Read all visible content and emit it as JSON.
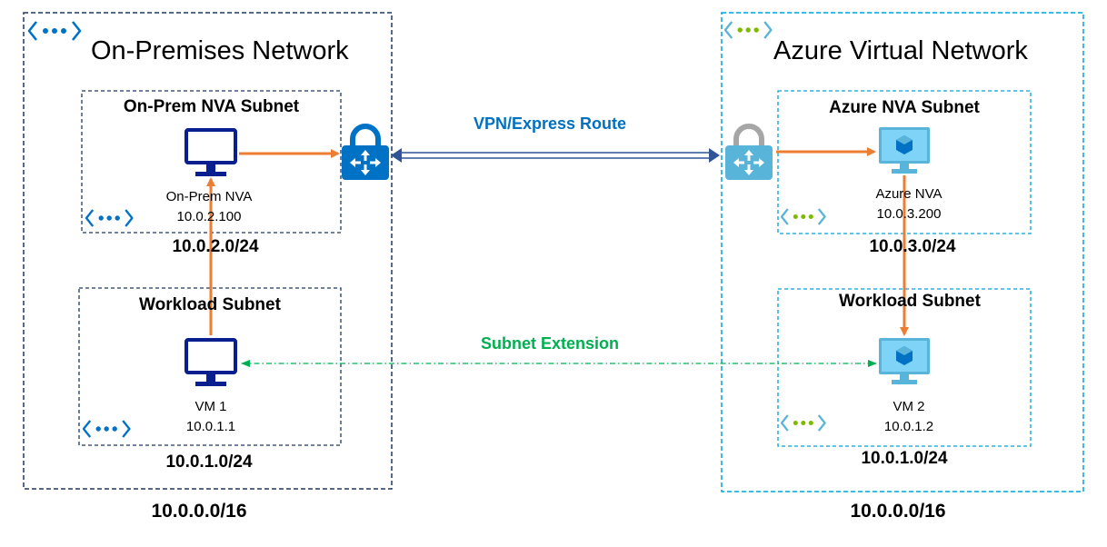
{
  "onprem": {
    "title": "On-Premises Network",
    "address_space": "10.0.0.0/16",
    "nva_subnet": {
      "title": "On-Prem NVA Subnet",
      "cidr": "10.0.2.0/24",
      "device": {
        "name": "On-Prem NVA",
        "ip": "10.0.2.100",
        "icon": "monitor-icon"
      }
    },
    "workload_subnet": {
      "title": "Workload Subnet",
      "cidr": "10.0.1.0/24",
      "device": {
        "name": "VM 1",
        "ip": "10.0.1.1",
        "icon": "monitor-icon"
      }
    }
  },
  "azure": {
    "title": "Azure Virtual Network",
    "address_space": "10.0.0.0/16",
    "nva_subnet": {
      "title": "Azure NVA Subnet",
      "cidr": "10.0.3.0/24",
      "device": {
        "name": "Azure NVA",
        "ip": "10.0.3.200",
        "icon": "azure-vm-icon"
      }
    },
    "workload_subnet": {
      "title": "Workload Subnet",
      "cidr": "10.0.1.0/24",
      "device": {
        "name": "VM 2",
        "ip": "10.0.1.2",
        "icon": "azure-vm-icon"
      }
    }
  },
  "links": {
    "vpn": "VPN/Express Route",
    "extension": "Subnet Extension"
  },
  "colors": {
    "onprem_border": "#1f3864",
    "azure_border": "#00a2d8",
    "onprem_icon": "#0a1f8f",
    "azure_icon": "#59b4d9",
    "gateway_dark": "#0072c6",
    "gateway_light": "#59b4d9",
    "lock_grey": "#a6a6a6",
    "orange_arrow": "#ed7d31",
    "vpn_line": "#2f5597",
    "extension_line": "#00b050",
    "vpn_label": "#0070c0",
    "extension_label": "#00b050"
  }
}
